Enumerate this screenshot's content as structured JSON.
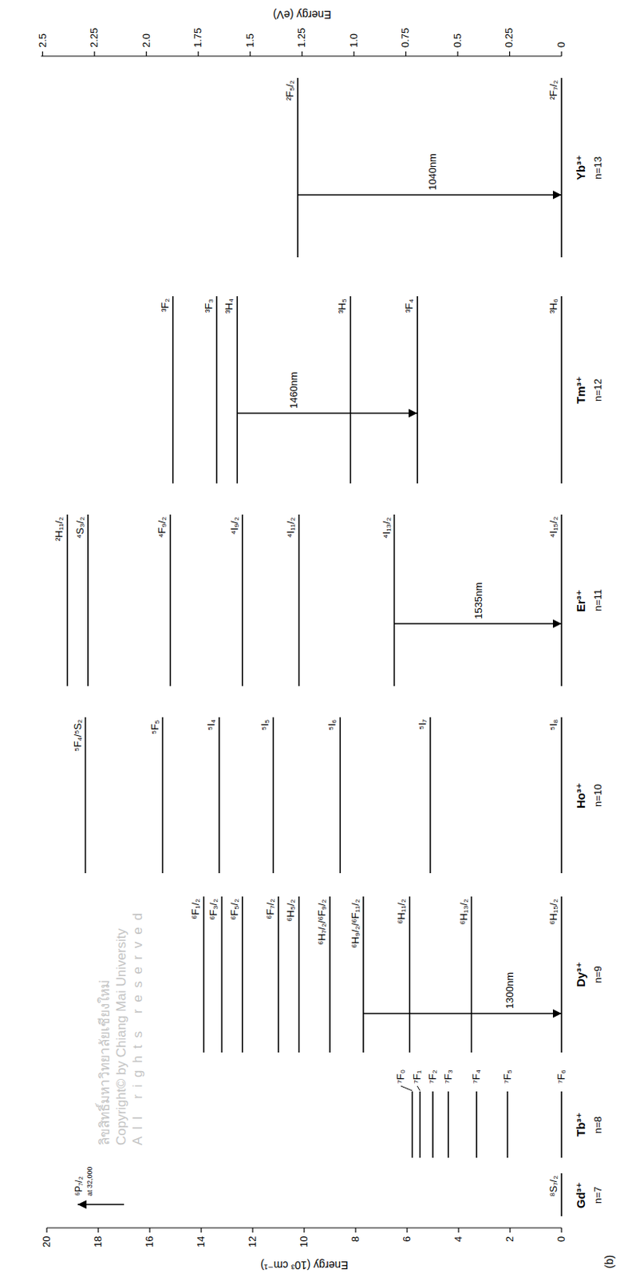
{
  "diagram": {
    "labels": [
      "Energy (eV)",
      "2.5",
      "2.25",
      "2.0",
      "1.75",
      "1.5",
      "1.25",
      "1.0",
      "0.75",
      "0.5",
      "0.25",
      "0",
      "²F₅/₂",
      "1040nm",
      "²F₇/₂",
      "Yb³⁺",
      "n=13",
      "³F₂",
      "³F₃",
      "³H₄",
      "1460nm",
      "³H₅",
      "³F₄",
      "³H₆",
      "Tm³⁺",
      "n=12",
      "²H₁₁/₂",
      "⁴S₃/₂",
      "⁴F₉/₂",
      "⁴I₉/₂",
      "⁴I₁₁/₂",
      "⁴I₁₃/₂",
      "1535nm",
      "⁴I₁₅/₂",
      "Er³⁺",
      "n=11",
      "⁵F₄/⁵S₂",
      "⁵F₅",
      "⁵I₄",
      "⁵I₅",
      "⁵I₆",
      "⁵I₇",
      "⁵I₈",
      "Ho³⁺",
      "n=10",
      "⁶F₁/₂",
      "⁶F₃/₂",
      "⁶F₅/₂",
      "⁶F₇/₂",
      "⁶H₅/₂",
      "⁶H₇/₂/⁶F₉/₂",
      "⁶H₉/₂/⁶F₁₁/₂",
      "⁶H₁₁/₂",
      "1300nm",
      "⁶H₁₃/₂",
      "⁶H₁₅/₂",
      "Dy³⁺",
      "n=9",
      "⁷F₀",
      "⁷F₁",
      "⁷F₂",
      "⁷F₃",
      "⁷F₄",
      "⁷F₅",
      "⁷F₆",
      "Tb³⁺",
      "n=8",
      "⁶P₇/₂",
      "at 32,000",
      "⁸S₇/₂",
      "Gd³⁺",
      "n=7",
      "20",
      "18",
      "16",
      "14",
      "12",
      "10",
      "8",
      "6",
      "4",
      "2",
      "0",
      "Energy (10³ cm⁻¹)",
      "(b)",
      "ลิขสิทธิ์มหาวิทยาลัยเชียงใหม่",
      "Copyright© by Chiang Mai University",
      "All rights reserved"
    ]
  }
}
